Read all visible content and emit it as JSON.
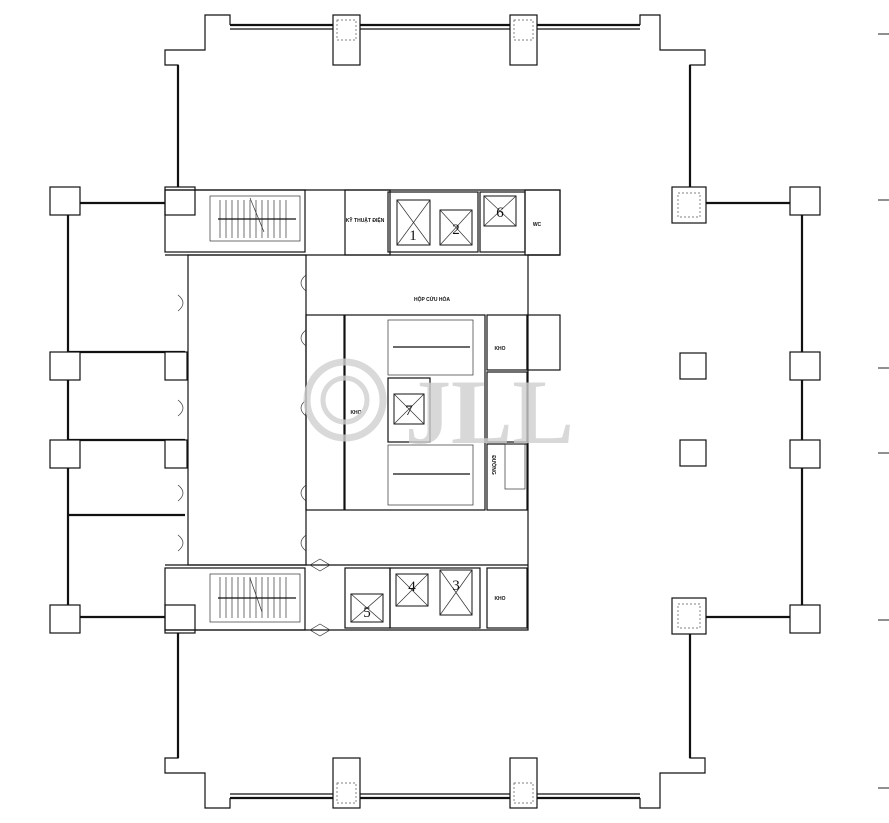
{
  "watermark": {
    "brand": "JLL"
  },
  "lifts": [
    {
      "number": "1"
    },
    {
      "number": "2"
    },
    {
      "number": "3"
    },
    {
      "number": "4"
    },
    {
      "number": "5"
    },
    {
      "number": "6"
    },
    {
      "number": "7"
    }
  ],
  "rooms": {
    "electrical": "KỸ THUẬT ĐIỆN",
    "wc": "WC",
    "fire_box": "HỘP CỨU HỎA",
    "store_1": "KHO",
    "store_2": "KHO",
    "store_3": "KHO",
    "shaft": "ĐƯỜNG"
  },
  "colors": {
    "lines": "#111111",
    "watermark": "#cfcfcf",
    "background": "#ffffff"
  }
}
